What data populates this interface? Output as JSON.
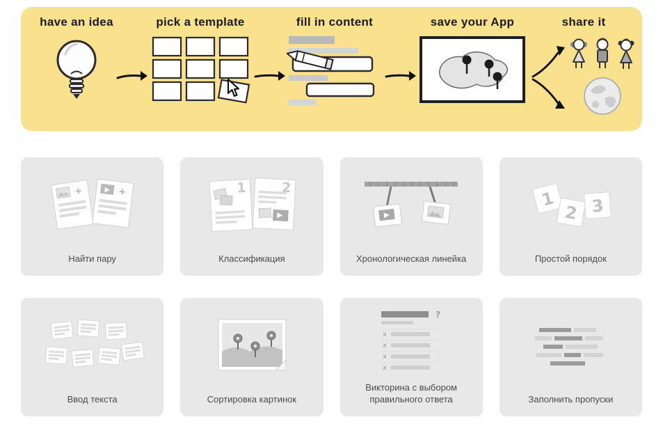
{
  "banner": {
    "steps": [
      {
        "label": "have an idea"
      },
      {
        "label": "pick a template"
      },
      {
        "label": "fill in content"
      },
      {
        "label": "save your App"
      },
      {
        "label": "share it"
      }
    ]
  },
  "templates": [
    {
      "label": "Найти пару"
    },
    {
      "label": "Классификация"
    },
    {
      "label": "Хронологическая линейка"
    },
    {
      "label": "Простой порядок"
    },
    {
      "label": "Ввод текста"
    },
    {
      "label": "Сортировка картинок"
    },
    {
      "label": "Викторина с выбором правильного ответа"
    },
    {
      "label": "Заполнить пропуски"
    }
  ],
  "illustrations": {
    "find_pair": {
      "plus": "+"
    },
    "classification": {
      "n1": "1",
      "n2": "2"
    },
    "order": {
      "n1": "1",
      "n2": "2",
      "n3": "3"
    },
    "quiz": {
      "question_mark": "?",
      "x": "x"
    }
  },
  "colors": {
    "banner_bg": "#f9e18e",
    "card_bg": "#e8e8e8",
    "card_label_text": "#4a4a4a"
  }
}
